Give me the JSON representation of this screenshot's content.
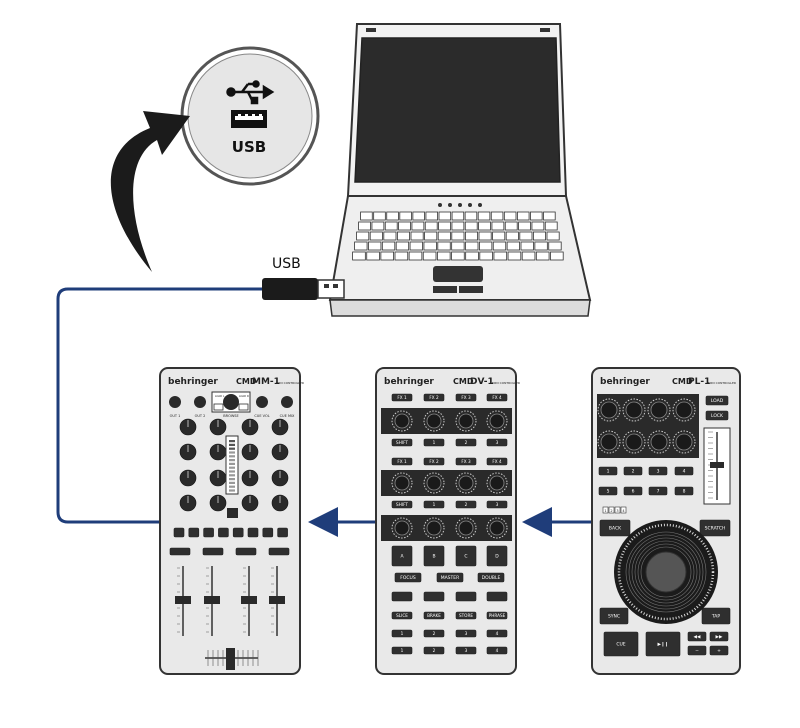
{
  "usb_badge": {
    "label": "USB"
  },
  "usb_plug": {
    "label": "USB"
  },
  "colors": {
    "cable": "#1f3d7a",
    "outline": "#333333",
    "panel": "#e9e9e9",
    "dark": "#2a2a2a"
  },
  "devices": {
    "mm1": {
      "brand": "behringer",
      "model_prefix": "CMD",
      "model": "MM-1",
      "model_sub": "MIDI CONTROLLER",
      "top_labels": [
        "OUT 1",
        "OUT 2",
        "BROWSE",
        "CUE VOL",
        "CUE MIX"
      ],
      "sel_labels": [
        "LOAD L",
        "LOAD R"
      ]
    },
    "dv1": {
      "brand": "behringer",
      "model_prefix": "CMD",
      "model": "DV-1",
      "model_sub": "MIDI CONTROLLER",
      "fx_row_a": [
        "FX 1",
        "FX 2",
        "FX 3",
        "FX 4"
      ],
      "row_b": [
        "SHIFT",
        "1",
        "2",
        "3"
      ],
      "fx_row_c": [
        "FX 1",
        "FX 2",
        "FX 3",
        "FX 4"
      ],
      "row_d": [
        "SHIFT",
        "1",
        "2",
        "3"
      ],
      "deck_buttons": [
        "A",
        "B",
        "C",
        "D"
      ],
      "mode_buttons": [
        "FOCUS",
        "MASTER",
        "DOUBLE"
      ],
      "func_buttons": [
        "SLICE",
        "BRAKE",
        "STORE",
        "PHRASE"
      ],
      "num_row_1": [
        "1",
        "2",
        "3",
        "4"
      ],
      "num_row_2": [
        "1",
        "2",
        "3",
        "4"
      ]
    },
    "pl1": {
      "brand": "behringer",
      "model_prefix": "CMD",
      "model": "PL-1",
      "model_sub": "MIDI CONTROLLER",
      "side_buttons": [
        "LOAD",
        "LOCK"
      ],
      "pad_row_1": [
        "1",
        "2",
        "3",
        "4"
      ],
      "pad_row_2": [
        "5",
        "6",
        "7",
        "8"
      ],
      "deck_select": [
        "1",
        "2",
        "3",
        "4"
      ],
      "scratch_labels": [
        "BACK",
        "SCRATCH"
      ],
      "bottom_labels": [
        "SYNC",
        "TAP"
      ],
      "cue_label": "CUE",
      "play_label": "▶❙❙",
      "nudge_labels": [
        "◀◀",
        "▶▶",
        "−",
        "+"
      ]
    }
  }
}
